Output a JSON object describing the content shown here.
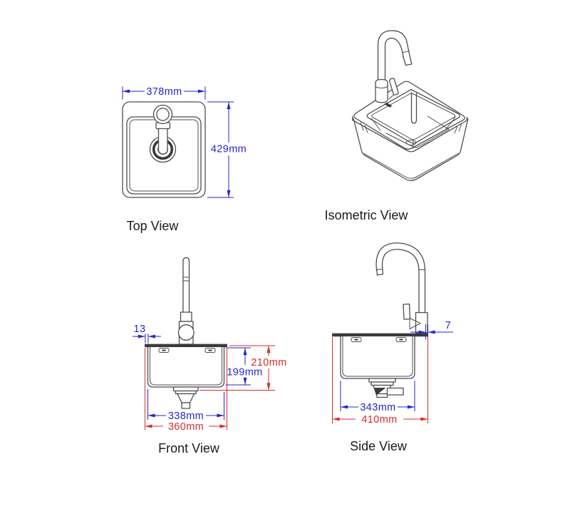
{
  "colors": {
    "dim-blue": "#2626cc",
    "dim-red": "#d92b2b",
    "line": "#4d4d4d",
    "line-dark": "#3a3a3a",
    "label-text": "#1a1a1a"
  },
  "views": {
    "top": {
      "label": "Top View",
      "dimensions": {
        "overall_width": "378mm",
        "overall_depth": "429mm"
      }
    },
    "isometric": {
      "label": "Isometric View"
    },
    "front": {
      "label": "Front View",
      "dimensions": {
        "rim_overhang": "13",
        "bowl_depth": "199mm",
        "overall_height": "210mm",
        "bowl_width": "338mm",
        "overall_width": "360mm"
      }
    },
    "side": {
      "label": "Side View",
      "dimensions": {
        "faucet_offset": "7",
        "bowl_width": "343mm",
        "overall_width": "410mm"
      }
    }
  }
}
